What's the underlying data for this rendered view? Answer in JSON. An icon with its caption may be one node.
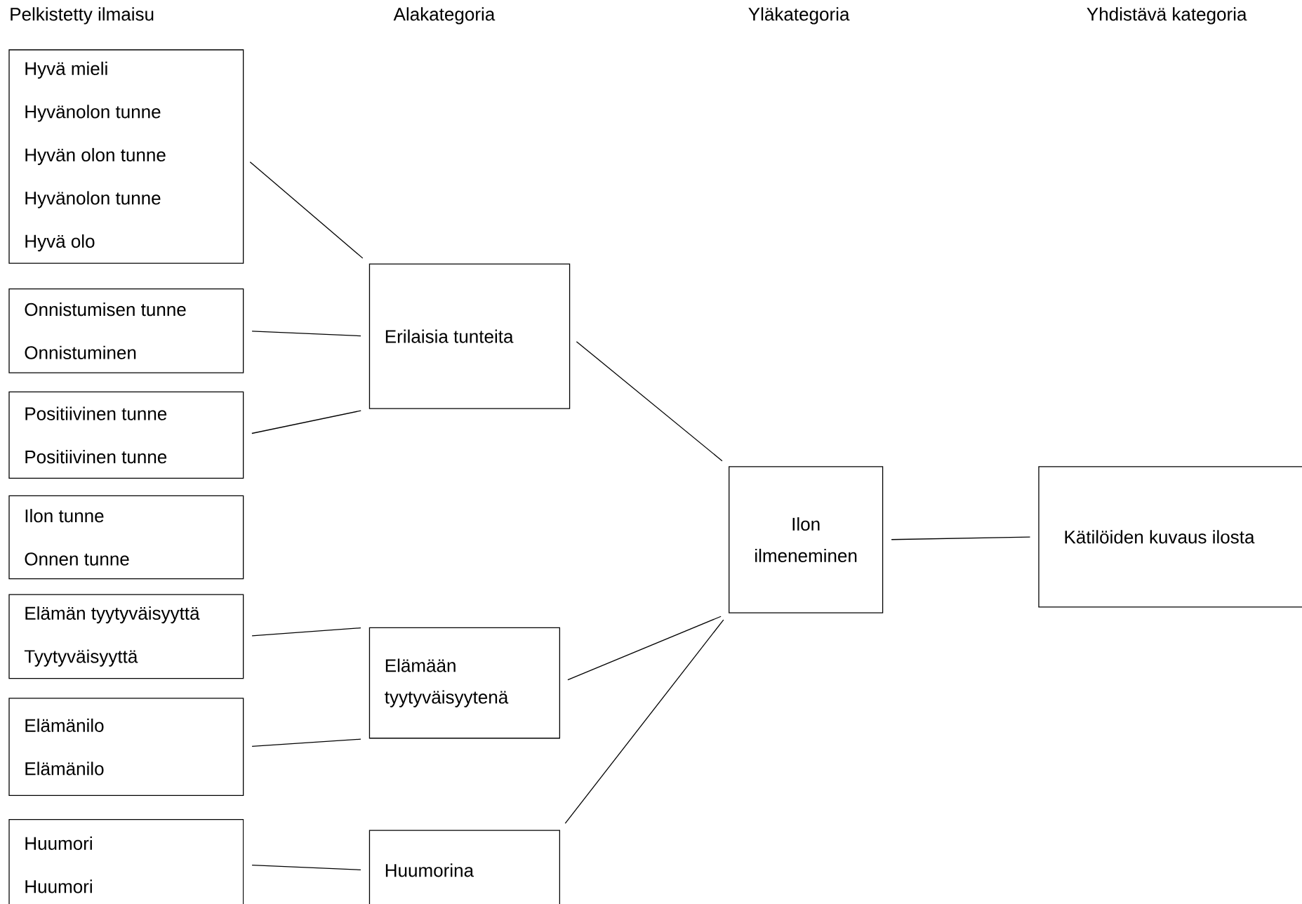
{
  "diagram": {
    "nodes": [
      {
        "text": [
          "Hyvä mieli",
          "Hyvänolon tunne",
          "Hyvän olon tunne",
          "Hyvänolon tunne",
          "Hyvä olo"
        ]
      },
      {
        "text": [
          "Onnistumisen tunne",
          "Onnistuminen"
        ]
      },
      {
        "text": [
          "Positiivinen tunne",
          "Positiivinen tunne"
        ]
      },
      {
        "text": [
          "Ilon tunne",
          "Onnen tunne"
        ]
      },
      {
        "text": [
          "Elämän tyytyväisyyttä",
          "Tyytyväisyyttä"
        ]
      },
      {
        "text": [
          "Elämänilo",
          "Elämänilo"
        ]
      },
      {
        "text": [
          "Huumori",
          "Huumori"
        ]
      },
      {
        "text": [
          "Erilaisia tunteita"
        ]
      },
      {
        "text": [
          "Elämään tyytyväisyytenä"
        ]
      },
      {
        "text": [
          "Huumorina"
        ]
      },
      {
        "text": [
          "Ilon ilmeneminen"
        ]
      },
      {
        "text": [
          "Kätilöiden kuvaus ilosta"
        ]
      }
    ],
    "edges": [
      {
        "from": 0,
        "to": 7,
        "arrow": "none"
      },
      {
        "from": 1,
        "to": 7,
        "arrow": "none"
      },
      {
        "from": 2,
        "to": 7,
        "arrow": "none"
      },
      {
        "from": 7,
        "to": 10,
        "arrow": "none"
      },
      {
        "from": 4,
        "to": 8,
        "arrow": "none"
      },
      {
        "from": 5,
        "to": 8,
        "arrow": "none"
      },
      {
        "from": 8,
        "to": 10,
        "arrow": "none"
      },
      {
        "from": 9,
        "to": 10,
        "arrow": "none"
      },
      {
        "from": 6,
        "to": 9,
        "arrow": "none"
      },
      {
        "from": 10,
        "to": 11,
        "arrow": "none"
      }
    ],
    "labels": [
      "Pelkistetty ilmaisu",
      "Alakategoria",
      "Yläkategoria",
      "Yhdistävä kategoria"
    ]
  }
}
